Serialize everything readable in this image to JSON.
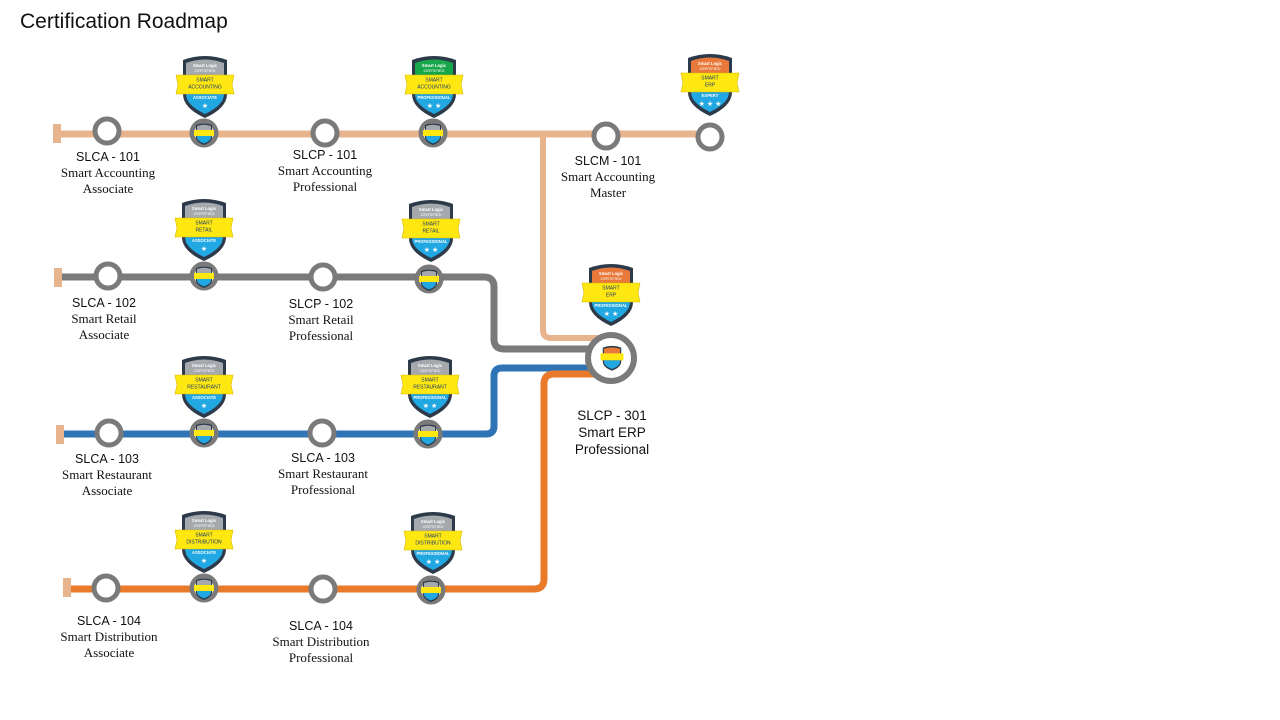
{
  "title": "Certification Roadmap",
  "colors": {
    "accounting": "#e8b48e",
    "retail": "#7a7a7a",
    "restaurant": "#2f75b5",
    "distribution": "#e87a2a",
    "station_ring": "#7a7a7a",
    "badge_gray": "#a5a8ad",
    "badge_green": "#17a64a",
    "badge_orange": "#e8793a",
    "ribbon_yellow": "#ffe812",
    "shield_blue": "#21a7e2"
  },
  "tracks": [
    {
      "id": "accounting",
      "stations": [
        {
          "code": "SLCA - 101",
          "name_line1": "Smart Accounting",
          "name_line2": "Associate"
        },
        {
          "code": "SLCP - 101",
          "name_line1": "Smart Accounting",
          "name_line2": "Professional"
        },
        {
          "code": "SLCM - 101",
          "name_line1": "Smart Accounting",
          "name_line2": "Master"
        }
      ]
    },
    {
      "id": "retail",
      "stations": [
        {
          "code": "SLCA - 102",
          "name_line1": "Smart Retail",
          "name_line2": "Associate"
        },
        {
          "code": "SLCP - 102",
          "name_line1": "Smart Retail",
          "name_line2": "Professional"
        }
      ]
    },
    {
      "id": "restaurant",
      "stations": [
        {
          "code": "SLCA - 103",
          "name_line1": "Smart Restaurant",
          "name_line2": "Associate"
        },
        {
          "code": "SLCA - 103",
          "name_line1": "Smart Restaurant",
          "name_line2": "Professional"
        }
      ]
    },
    {
      "id": "distribution",
      "stations": [
        {
          "code": "SLCA - 104",
          "name_line1": "Smart Distribution",
          "name_line2": "Associate"
        },
        {
          "code": "SLCA - 104",
          "name_line1": "Smart Distribution",
          "name_line2": "Professional"
        }
      ]
    }
  ],
  "hub": {
    "code": "SLCP - 301",
    "name_line1": "Smart ERP",
    "name_line2": "Professional"
  },
  "badges": {
    "brand_line1": "Smart Logic",
    "brand_line2": "CERTIFIED",
    "accounting_associate": {
      "product_line1": "SMART",
      "product_line2": "ACCOUNTING",
      "level": "ASSOCIATE",
      "stars": "★"
    },
    "accounting_professional": {
      "product_line1": "SMART",
      "product_line2": "ACCOUNTING",
      "level": "PROFESSIONAL",
      "stars": "★ ★"
    },
    "accounting_master": {
      "product_line1": "SMART",
      "product_line2": "ERP",
      "level": "EXPERT",
      "stars": "★ ★ ★"
    },
    "retail_associate": {
      "product_line1": "SMART",
      "product_line2": "RETAIL",
      "level": "ASSOCIATE",
      "stars": "★"
    },
    "retail_professional": {
      "product_line1": "SMART",
      "product_line2": "RETAIL",
      "level": "PROFESSIONAL",
      "stars": "★ ★"
    },
    "restaurant_associate": {
      "product_line1": "SMART",
      "product_line2": "RESTAURANT",
      "level": "ASSOCIATE",
      "stars": "★"
    },
    "restaurant_professional": {
      "product_line1": "SMART",
      "product_line2": "RESTAURANT",
      "level": "PROFESSIONAL",
      "stars": "★ ★"
    },
    "distribution_associate": {
      "product_line1": "SMART",
      "product_line2": "DISTRIBUTION",
      "level": "ASSOCIATE",
      "stars": "★"
    },
    "distribution_professional": {
      "product_line1": "SMART",
      "product_line2": "DISTRIBUTION",
      "level": "PROFESSIONAL",
      "stars": "★ ★"
    },
    "erp_professional": {
      "product_line1": "SMART",
      "product_line2": "ERP",
      "level": "PROFESSIONAL",
      "stars": "★ ★"
    }
  }
}
